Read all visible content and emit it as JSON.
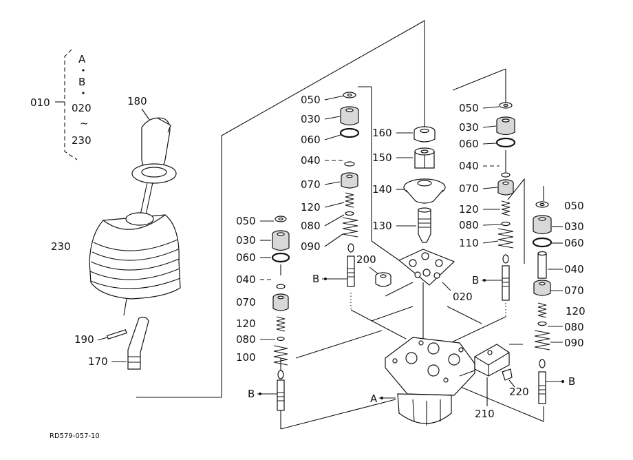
{
  "colors": {
    "ink": "#111111",
    "paper": "#ffffff",
    "shade": "#d8d8d8"
  },
  "labels": {
    "p010": "010",
    "rangeA": "A",
    "rangeB": "B",
    "range020": "020",
    "rangeTilde": "~",
    "range230": "230",
    "p180": "180",
    "p230": "230",
    "p190": "190",
    "p170": "170",
    "p160": "160",
    "p150": "150",
    "p140": "140",
    "p130": "130",
    "p200": "200",
    "p020": "020",
    "p210": "210",
    "p220": "220",
    "refA": "A",
    "refB": "B",
    "figure_code": "RD579-057-10"
  },
  "stacks": {
    "left": {
      "p050": "050",
      "p030": "030",
      "p060": "060",
      "p040": "040",
      "p070": "070",
      "p120": "120",
      "p080": "080",
      "p100": "100"
    },
    "mid": {
      "p050": "050",
      "p030": "030",
      "p060": "060",
      "p040": "040",
      "p070": "070",
      "p120": "120",
      "p080": "080",
      "p090": "090"
    },
    "right1": {
      "p050": "050",
      "p030": "030",
      "p060": "060",
      "p040": "040",
      "p070": "070",
      "p120": "120",
      "p080": "080",
      "p110": "110"
    },
    "right2": {
      "p050": "050",
      "p030": "030",
      "p060": "060",
      "p040": "040",
      "p070": "070",
      "p120": "120",
      "p080": "080",
      "p090": "090"
    }
  }
}
